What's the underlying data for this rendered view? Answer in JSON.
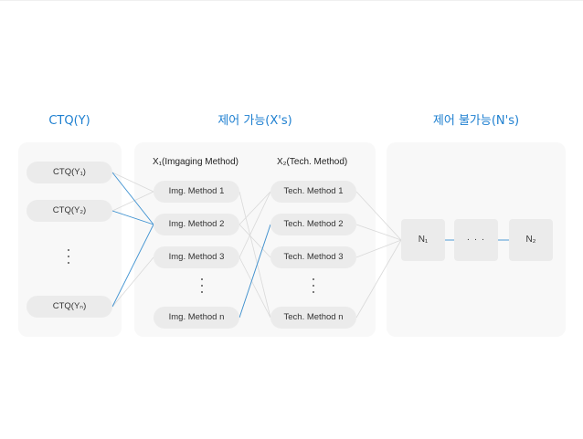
{
  "headings": {
    "ctq": "CTQ(Y)",
    "controllable": "제어 가능(X's)",
    "uncontrollable": "제어 불가능(N's)"
  },
  "ctq_items": [
    "CTQ(Y₁)",
    "CTQ(Y₂)",
    "CTQ(Yₙ)"
  ],
  "x1": {
    "header": "X₁(Imgaging Method)",
    "items": [
      "Img. Method 1",
      "Img. Method 2",
      "Img. Method 3",
      "Img. Method n"
    ]
  },
  "x2": {
    "header": "X₂(Tech. Method)",
    "items": [
      "Tech. Method 1",
      "Tech. Method 2",
      "Tech. Method 3",
      "Tech. Method n"
    ]
  },
  "noise": {
    "n1": "N₁",
    "dots": "· · ·",
    "n2": "N₂"
  },
  "colors": {
    "accent": "#1d7fd0",
    "connector_gray": "#d9d9d9",
    "pill": "#ebebeb",
    "panel": "#f8f8f8"
  }
}
